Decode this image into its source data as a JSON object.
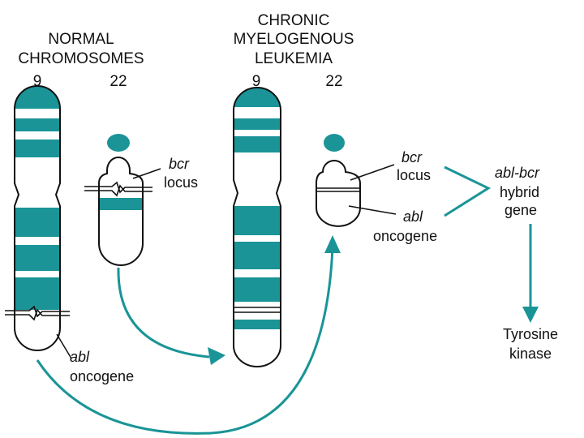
{
  "colors": {
    "band": "#1a9497",
    "arrow": "#1a9497",
    "outline": "#111111",
    "background": "#ffffff"
  },
  "headings": {
    "normal_line1": "NORMAL",
    "normal_line2": "CHROMOSOMES",
    "cml_line1": "CHRONIC",
    "cml_line2": "MYELOGENOUS",
    "cml_line3": "LEUKEMIA"
  },
  "chromosome_numbers": {
    "normal_9": "9",
    "normal_22": "22",
    "cml_9": "9",
    "cml_22": "22"
  },
  "labels": {
    "normal_bcr": "bcr",
    "normal_locus": "locus",
    "normal_abl": "abl",
    "normal_oncogene": "oncogene",
    "cml_bcr": "bcr",
    "cml_locus": "locus",
    "cml_abl": "abl",
    "cml_oncogene": "oncogene",
    "hybrid_line1": "abl-bcr",
    "hybrid_line2": "hybrid",
    "hybrid_line3": "gene",
    "tyrosine": "Tyrosine",
    "kinase": "kinase"
  }
}
